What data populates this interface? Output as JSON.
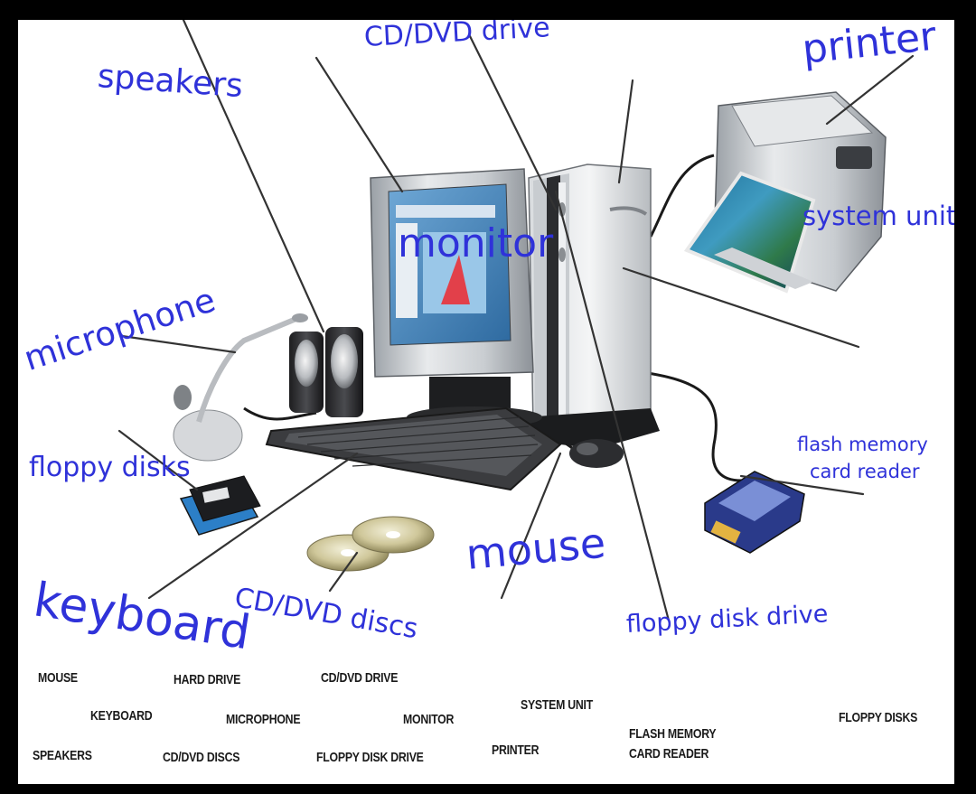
{
  "handwritten_labels": {
    "speakers": "speakers",
    "cd_dvd_drive": "CD/DVD drive",
    "printer": "printer",
    "monitor": "monitor",
    "system_unit": "system unit",
    "microphone": "microphone",
    "floppy_disks": "floppy disks",
    "flash_memory_line1": "flash memory",
    "flash_memory_line2": "card reader",
    "mouse": "mouse",
    "keyboard": "keyboard",
    "cd_dvd_discs": "CD/DVD discs",
    "floppy_disk_drive": "floppy  disk drive"
  },
  "word_bank": {
    "mouse": "MOUSE",
    "hard_drive": "HARD DRIVE",
    "cd_dvd_drive": "CD/DVD DRIVE",
    "keyboard": "KEYBOARD",
    "microphone": "MICROPHONE",
    "monitor": "MONITOR",
    "system_unit": "SYSTEM UNIT",
    "floppy_disks": "FLOPPY DISKS",
    "flash_memory_line1": "FLASH MEMORY",
    "flash_memory_line2": "CARD READER",
    "speakers": "SPEAKERS",
    "cd_dvd_discs": "CD/DVD DISCS",
    "floppy_disk_drive": "FLOPPY DISK DRIVE",
    "printer": "PRINTER"
  },
  "colors": {
    "label_blue": "#2f32d9",
    "frame": "#000000",
    "sheet": "#ffffff",
    "pointer_lines": "#333333"
  }
}
